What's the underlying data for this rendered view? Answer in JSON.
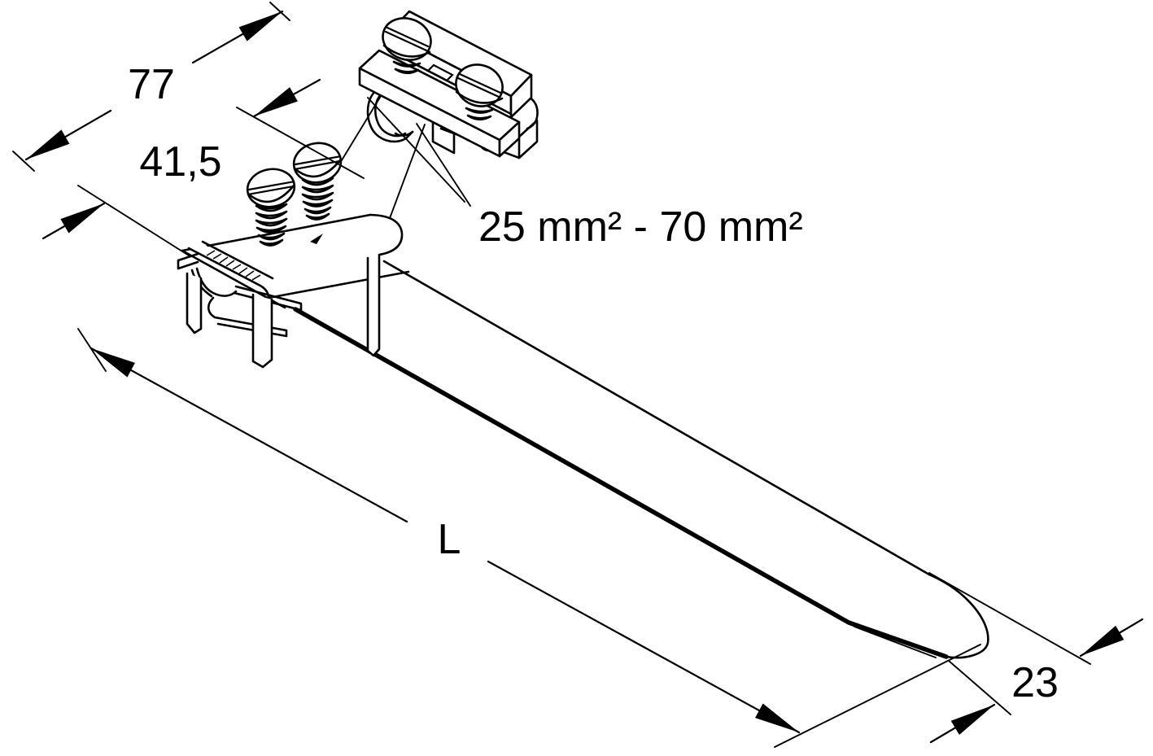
{
  "page": {
    "background_color": "#ffffff",
    "ink_color": "#000000"
  },
  "drawing": {
    "kind": "isometric technical line drawing of a screw clamp terminal with flat blade",
    "labels": {
      "dim_width": "77",
      "dim_inner_width": "41,5",
      "conductor_range": "25 mm² - 70 mm²",
      "dim_length": "L",
      "dim_tip_width": "23"
    }
  }
}
